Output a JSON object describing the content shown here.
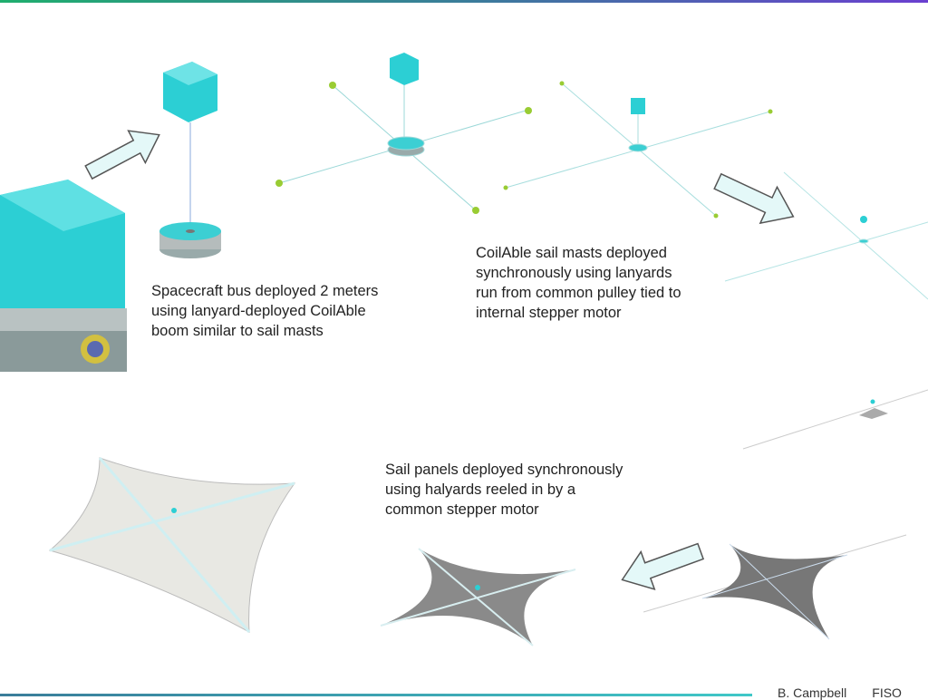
{
  "captions": {
    "bus": "Spacecraft bus deployed 2 meters\nusing lanyard-deployed CoilAble\nboom similar to sail masts",
    "masts": "CoilAble sail masts deployed\nsynchronously using lanyards\nrun from common pulley tied to\ninternal stepper motor",
    "panels": "Sail panels deployed synchronously\nusing halyards reeled in by a\ncommon stepper motor"
  },
  "footer": {
    "author": "B. Campbell",
    "org": "FISO"
  },
  "colors": {
    "cyan": "#2fd0d6",
    "arrow": "#dff7f7",
    "sail": "#e6e6e2",
    "sail_dark": "#8a8a8a"
  }
}
